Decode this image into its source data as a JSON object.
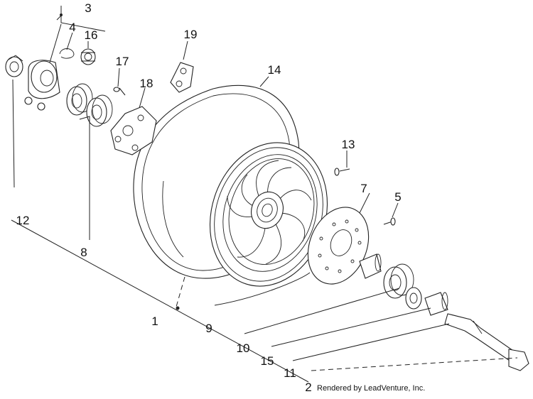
{
  "callouts": {
    "c1": "1",
    "c2": "2",
    "c3": "3",
    "c4": "4",
    "c5": "5",
    "c7": "7",
    "c8": "8",
    "c9": "9",
    "c10": "10",
    "c11": "11",
    "c12": "12",
    "c13": "13",
    "c14": "14",
    "c15": "15",
    "c16": "16",
    "c17": "17",
    "c18": "18",
    "c19": "19"
  },
  "footer": "Rendered by LeadVenture, Inc."
}
